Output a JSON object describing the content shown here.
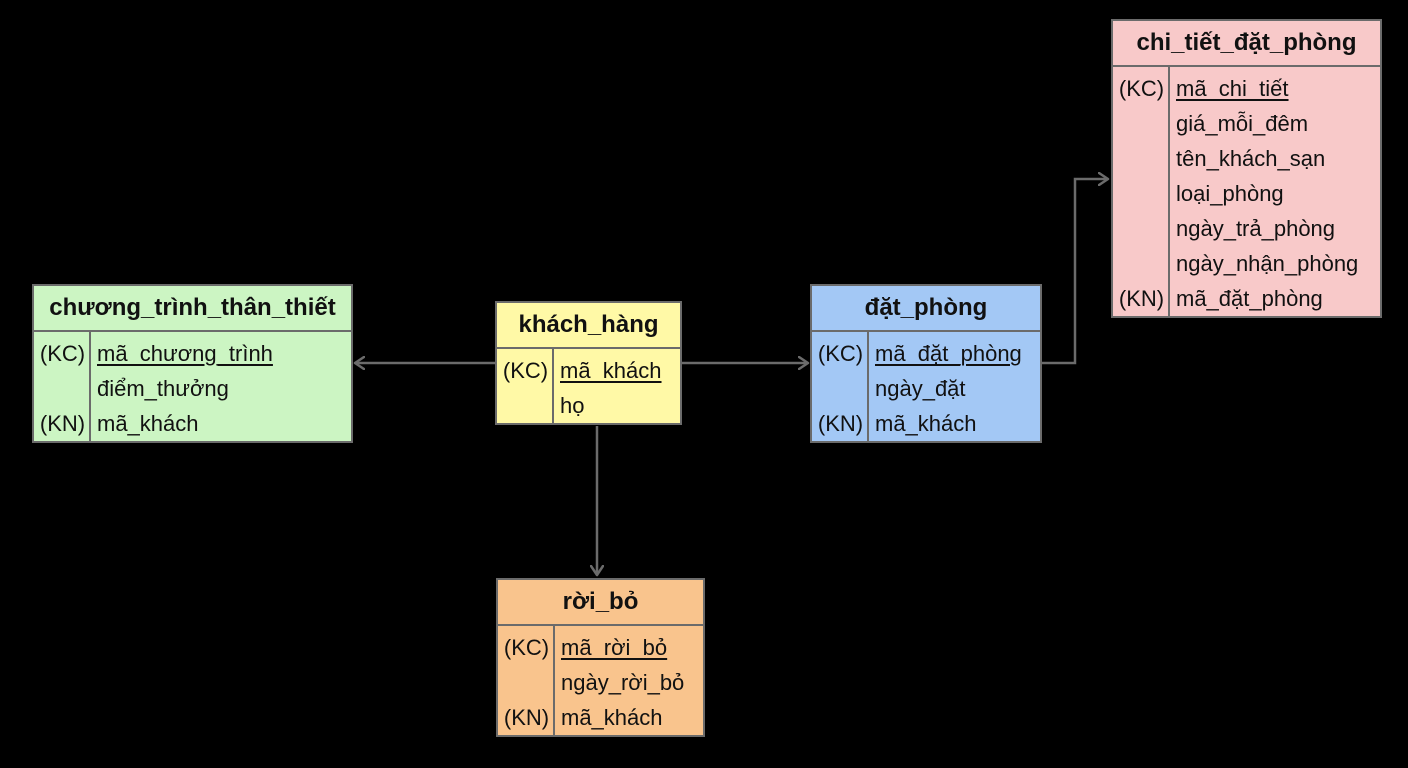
{
  "colors": {
    "background": "#000000",
    "connector": "#6b6b6b",
    "border": "#6b6b6b",
    "khach_hang": "#fff9a6",
    "chuong_trinh_than_thiet": "#ccf5c3",
    "dat_phong": "#a3c8f5",
    "chi_tiet_dat_phong": "#f8c9c9",
    "roi_bo": "#f9c48d"
  },
  "entities": {
    "khach_hang": {
      "title": "khách_hàng",
      "attributes": [
        {
          "key": "(KC)",
          "name": "mã_khách",
          "pk": true
        },
        {
          "key": "",
          "name": "họ",
          "pk": false
        }
      ]
    },
    "chuong_trinh_than_thiet": {
      "title": "chương_trình_thân_thiết",
      "attributes": [
        {
          "key": "(KC)",
          "name": "mã_chương_trình",
          "pk": true
        },
        {
          "key": "",
          "name": "điểm_thưởng",
          "pk": false
        },
        {
          "key": "(KN)",
          "name": "mã_khách",
          "pk": false
        }
      ]
    },
    "dat_phong": {
      "title": "đặt_phòng",
      "attributes": [
        {
          "key": "(KC)",
          "name": "mã_đặt_phòng",
          "pk": true
        },
        {
          "key": "",
          "name": "ngày_đặt",
          "pk": false
        },
        {
          "key": "(KN)",
          "name": "mã_khách",
          "pk": false
        }
      ]
    },
    "chi_tiet_dat_phong": {
      "title": "chi_tiết_đặt_phòng",
      "attributes": [
        {
          "key": "(KC)",
          "name": "mã_chi_tiết",
          "pk": true
        },
        {
          "key": "",
          "name": "giá_mỗi_đêm",
          "pk": false
        },
        {
          "key": "",
          "name": "tên_khách_sạn",
          "pk": false
        },
        {
          "key": "",
          "name": "loại_phòng",
          "pk": false
        },
        {
          "key": "",
          "name": "ngày_trả_phòng",
          "pk": false
        },
        {
          "key": "",
          "name": "ngày_nhận_phòng",
          "pk": false
        },
        {
          "key": "(KN)",
          "name": "mã_đặt_phòng",
          "pk": false
        }
      ]
    },
    "roi_bo": {
      "title": "rời_bỏ",
      "attributes": [
        {
          "key": "(KC)",
          "name": "mã_rời_bỏ",
          "pk": true
        },
        {
          "key": "",
          "name": "ngày_rời_bỏ",
          "pk": false
        },
        {
          "key": "(KN)",
          "name": "mã_khách",
          "pk": false
        }
      ]
    }
  },
  "relationships": [
    {
      "from": "khach_hang",
      "to": "chuong_trinh_than_thiet"
    },
    {
      "from": "khach_hang",
      "to": "dat_phong"
    },
    {
      "from": "khach_hang",
      "to": "roi_bo"
    },
    {
      "from": "dat_phong",
      "to": "chi_tiet_dat_phong"
    }
  ]
}
